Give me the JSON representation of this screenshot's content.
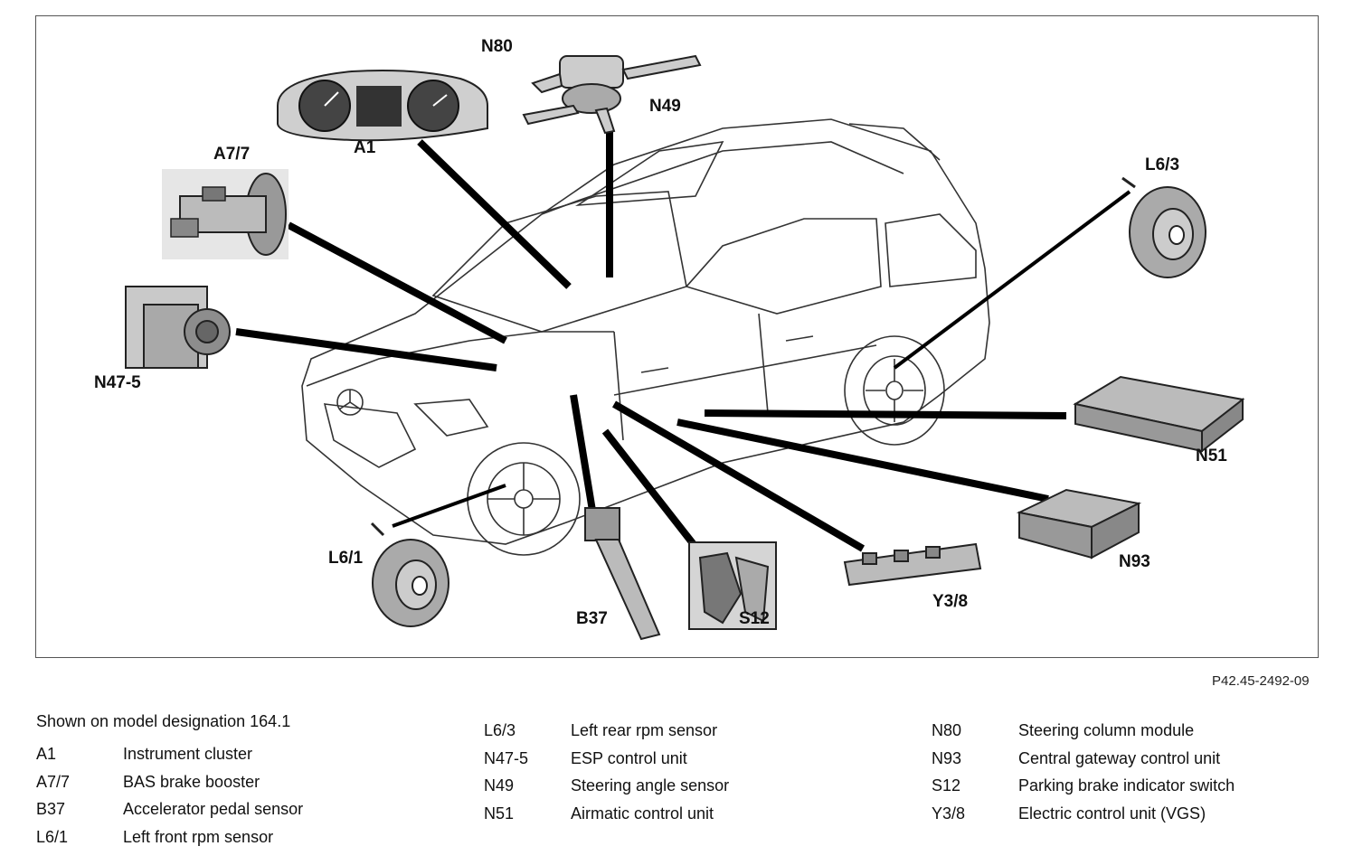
{
  "callouts": [
    {
      "code": "N80"
    },
    {
      "code": "N49"
    },
    {
      "code": "A1"
    },
    {
      "code": "A7/7"
    },
    {
      "code": "L6/3"
    },
    {
      "code": "N47-5"
    },
    {
      "code": "N51"
    },
    {
      "code": "N93"
    },
    {
      "code": "L6/1"
    },
    {
      "code": "B37"
    },
    {
      "code": "S12"
    },
    {
      "code": "Y3/8"
    }
  ],
  "figure_ref": "P42.45-2492-09",
  "shown_on": "Shown on model designation 164.1",
  "legend": [
    [
      {
        "code": "A1",
        "desc": "Instrument cluster"
      },
      {
        "code": "A7/7",
        "desc": "BAS brake booster"
      },
      {
        "code": "B37",
        "desc": "Accelerator pedal sensor"
      },
      {
        "code": "L6/1",
        "desc": "Left front rpm sensor"
      }
    ],
    [
      {
        "code": "L6/3",
        "desc": "Left rear rpm sensor"
      },
      {
        "code": "N47-5",
        "desc": "ESP control unit"
      },
      {
        "code": "N49",
        "desc": "Steering angle sensor"
      },
      {
        "code": "N51",
        "desc": "Airmatic control unit"
      }
    ],
    [
      {
        "code": "N80",
        "desc": "Steering column module"
      },
      {
        "code": "N93",
        "desc": "Central gateway control unit"
      },
      {
        "code": "S12",
        "desc": "Parking brake indicator switch"
      },
      {
        "code": "Y3/8",
        "desc": "Electric control unit (VGS)"
      }
    ]
  ]
}
